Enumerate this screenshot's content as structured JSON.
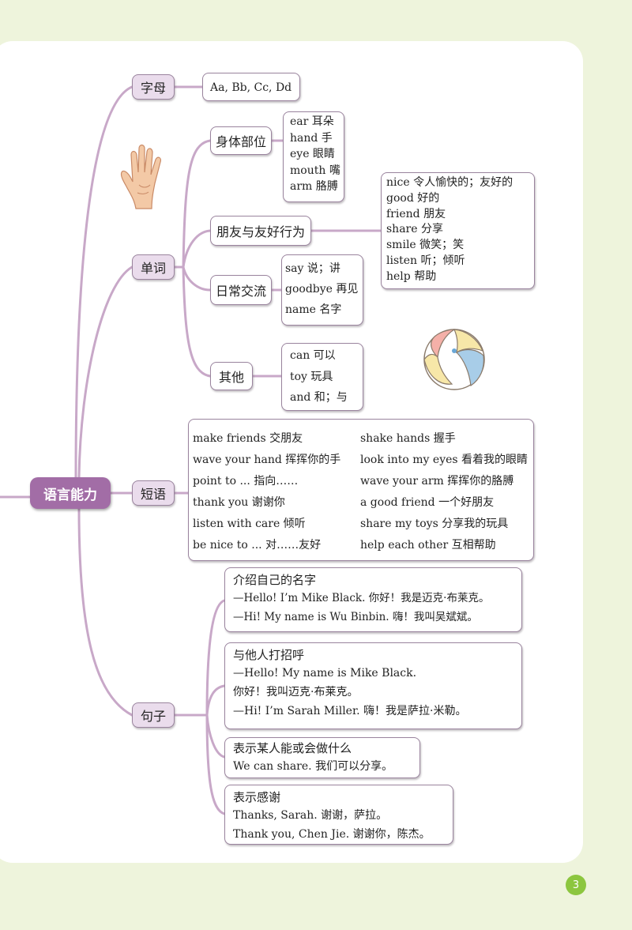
{
  "root": "语言能力",
  "branches": {
    "letters": "字母",
    "words": "单词",
    "phrases": "短语",
    "sentences": "句子"
  },
  "letters_content": "Aa, Bb, Cc, Dd",
  "word_groups": {
    "body": {
      "label": "身体部位",
      "items": [
        "ear 耳朵",
        "hand 手",
        "eye 眼睛",
        "mouth 嘴",
        "arm 胳膊"
      ]
    },
    "friends": {
      "label": "朋友与友好行为",
      "items": [
        "nice 令人愉快的；友好的",
        "good 好的",
        "friend 朋友",
        "share 分享",
        "smile 微笑；笑",
        "listen 听；倾听",
        "help 帮助"
      ]
    },
    "daily": {
      "label": "日常交流",
      "items": [
        "say 说；讲",
        "goodbye 再见",
        "name 名字"
      ]
    },
    "other": {
      "label": "其他",
      "items": [
        "can 可以",
        "toy 玩具",
        "and 和；与"
      ]
    }
  },
  "phrases": {
    "left": [
      "make friends 交朋友",
      "wave your hand 挥挥你的手",
      "point to ... 指向……",
      "thank you 谢谢你",
      "listen with care 倾听",
      "be nice to ... 对……友好"
    ],
    "right": [
      "shake hands 握手",
      "look into my eyes 看着我的眼睛",
      "wave your arm 挥挥你的胳膊",
      "a good friend 一个好朋友",
      "share my toys 分享我的玩具",
      "help each other 互相帮助"
    ]
  },
  "sentences": [
    {
      "title": "介绍自己的名字",
      "lines": [
        "—Hello! I’m Mike Black. 你好！我是迈克·布莱克。",
        "—Hi! My name is Wu Binbin. 嗨！我叫吴斌斌。"
      ]
    },
    {
      "title": "与他人打招呼",
      "lines": [
        "—Hello! My name is Mike Black.",
        "你好！我叫迈克·布莱克。",
        "—Hi! I’m Sarah Miller. 嗨！我是萨拉·米勒。"
      ]
    },
    {
      "title": "表示某人能或会做什么",
      "lines": [
        "We can share. 我们可以分享。"
      ]
    },
    {
      "title": "表示感谢",
      "lines": [
        "Thanks, Sarah. 谢谢，萨拉。",
        "Thank you, Chen Jie. 谢谢你，陈杰。"
      ]
    }
  ],
  "page_number": "3",
  "colors": {
    "branch": "#c8a8c8",
    "root": "#a26da6",
    "pill": "#eadcec",
    "background": "#eef4dc"
  },
  "images": {
    "hand": "hand-illustration",
    "ball": "beach-ball-illustration"
  }
}
